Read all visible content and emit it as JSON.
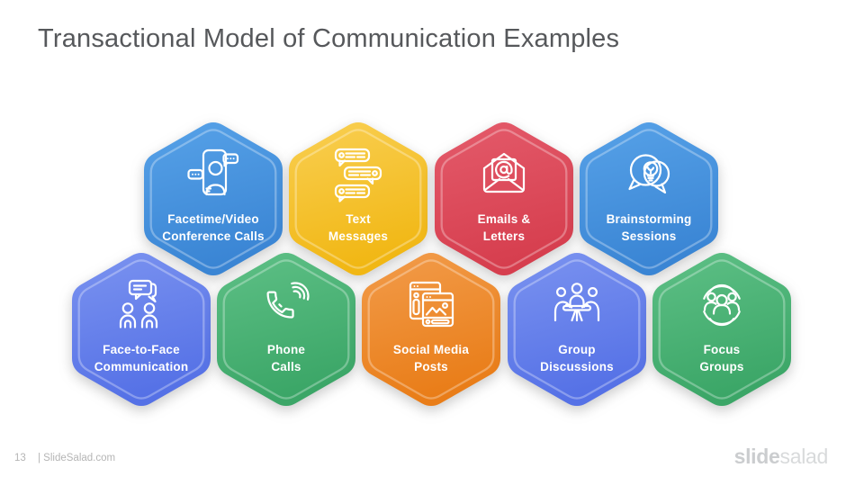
{
  "slide": {
    "title": "Transactional Model of Communication Examples"
  },
  "hexagons": [
    {
      "label_line1": "Facetime/Video",
      "label_line2": "Conference Calls",
      "icon": "facetime-video-icon",
      "color": "#4190DC"
    },
    {
      "label_line1": "Text",
      "label_line2": "Messages",
      "icon": "text-messages-icon",
      "color": "#F2BB17"
    },
    {
      "label_line1": "Emails &",
      "label_line2": "Letters",
      "icon": "email-letters-icon",
      "color": "#DC4655"
    },
    {
      "label_line1": "Brainstorming",
      "label_line2": "Sessions",
      "icon": "brainstorming-icon",
      "color": "#4190DC"
    },
    {
      "label_line1": "Face-to-Face",
      "label_line2": "Communication",
      "icon": "face-to-face-icon",
      "color": "#5A78E8"
    },
    {
      "label_line1": "Phone",
      "label_line2": "Calls",
      "icon": "phone-calls-icon",
      "color": "#45B173"
    },
    {
      "label_line1": "Social Media",
      "label_line2": "Posts",
      "icon": "social-media-icon",
      "color": "#EE8424"
    },
    {
      "label_line1": "Group",
      "label_line2": "Discussions",
      "icon": "group-discussions-icon",
      "color": "#5A78E8"
    },
    {
      "label_line1": "Focus",
      "label_line2": "Groups",
      "icon": "focus-groups-icon",
      "color": "#45B173"
    }
  ],
  "footer": {
    "page_number": "13",
    "site": "| SlideSalad.com",
    "logo_bold": "slide",
    "logo_light": "salad"
  }
}
